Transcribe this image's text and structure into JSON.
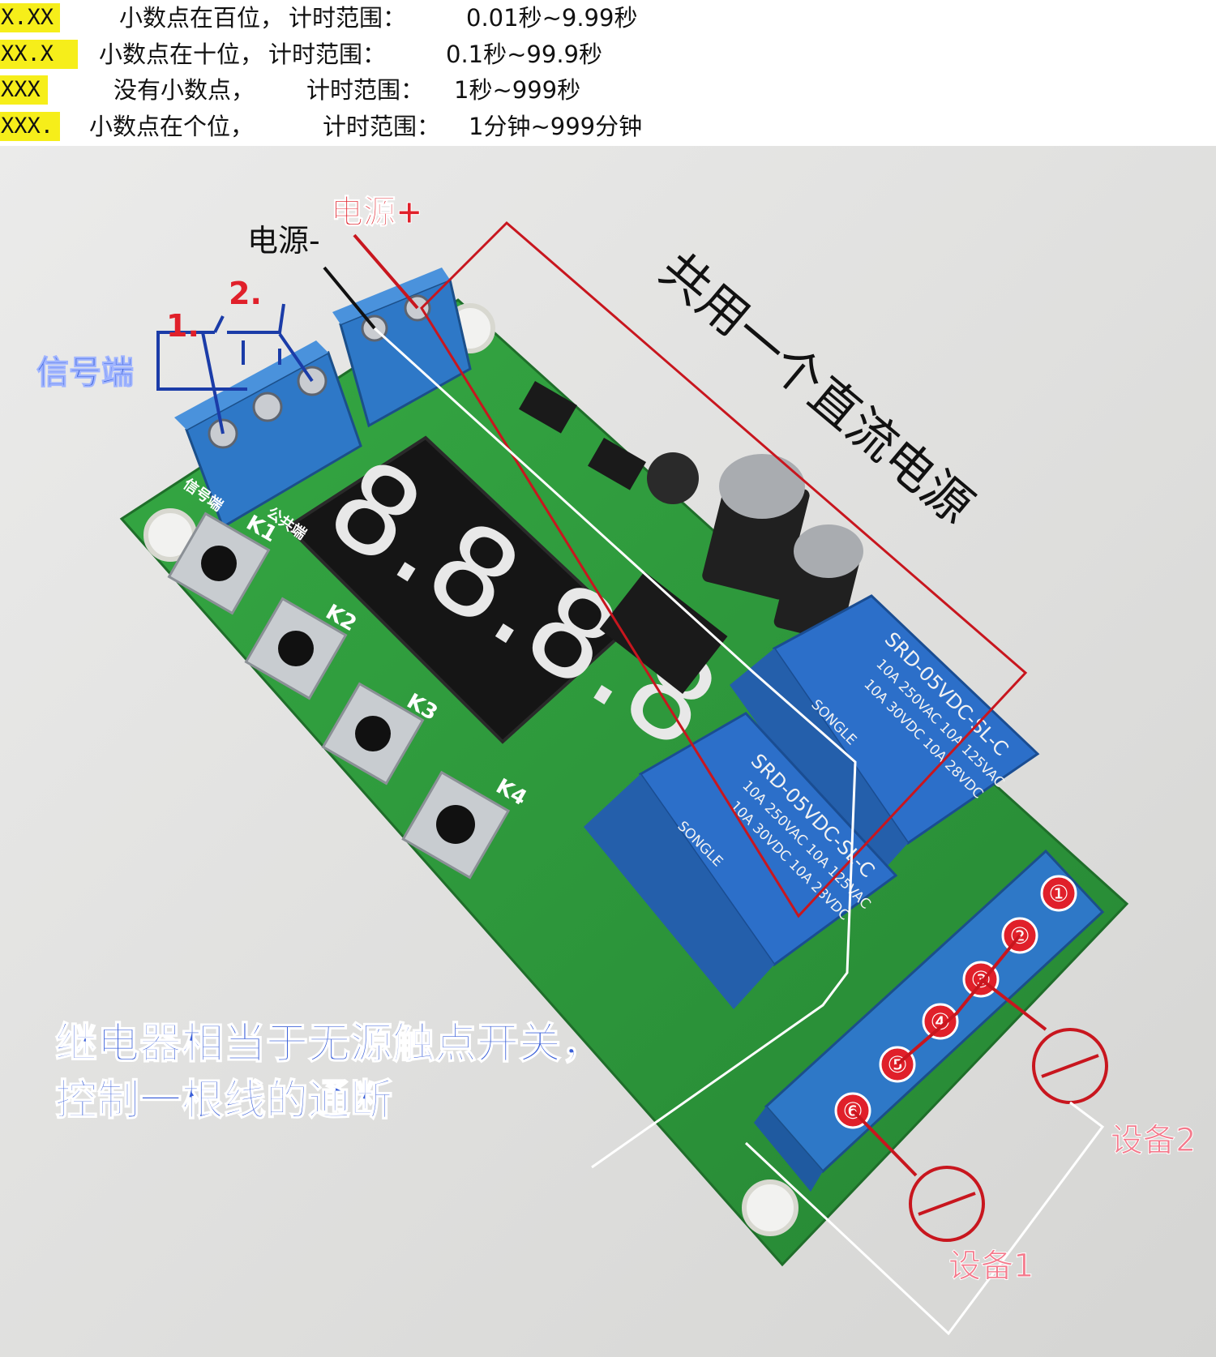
{
  "modes": [
    {
      "code": "X.XX",
      "desc": "小数点在百位，",
      "range_label": "计时范围：",
      "range": "0.01秒~9.99秒"
    },
    {
      "code": "XX.X",
      "desc": "小数点在十位，",
      "range_label": "计时范围：",
      "range": "0.1秒~99.9秒"
    },
    {
      "code": "XXX",
      "desc": "没有小数点，",
      "range_label": "计时范围：",
      "range": "1秒~999秒"
    },
    {
      "code": "XXX.",
      "desc": "小数点在个位，",
      "range_label": "计时范围：",
      "range": "1分钟~999分钟"
    }
  ],
  "labels": {
    "power_plus": "电源+",
    "power_minus": "电源-",
    "signal": "信号端",
    "sig_1": "1.",
    "sig_2": "2.",
    "shared_supply": "共用一个直流电源",
    "relay_note_1": "继电器相当于无源触点开关，",
    "relay_note_2": "控制一根线的通断",
    "device_1": "设备1",
    "device_2": "设备2",
    "terminal_numbers": [
      "①",
      "②",
      "③",
      "④",
      "⑤",
      "⑥"
    ]
  },
  "board": {
    "keys": [
      "K1",
      "K2",
      "K3",
      "K4"
    ],
    "silk_signal": "信号端",
    "silk_common": "公共端",
    "relay_model": "SRD-05VDC-SL-C",
    "relay_rating_1": "10A 250VAC 10A 125VAC",
    "relay_rating_2": "10A 30VDC 10A 28VDC",
    "relay_brand": "SONGLE",
    "display": "8.8.8.8."
  },
  "colors": {
    "highlight": "#f6ee1a",
    "red": "#cc1f1f",
    "blue": "#1b3ca8",
    "pcb": "#2f9a3b",
    "terminal": "#2e78c7",
    "relay": "#2c6fc9"
  }
}
